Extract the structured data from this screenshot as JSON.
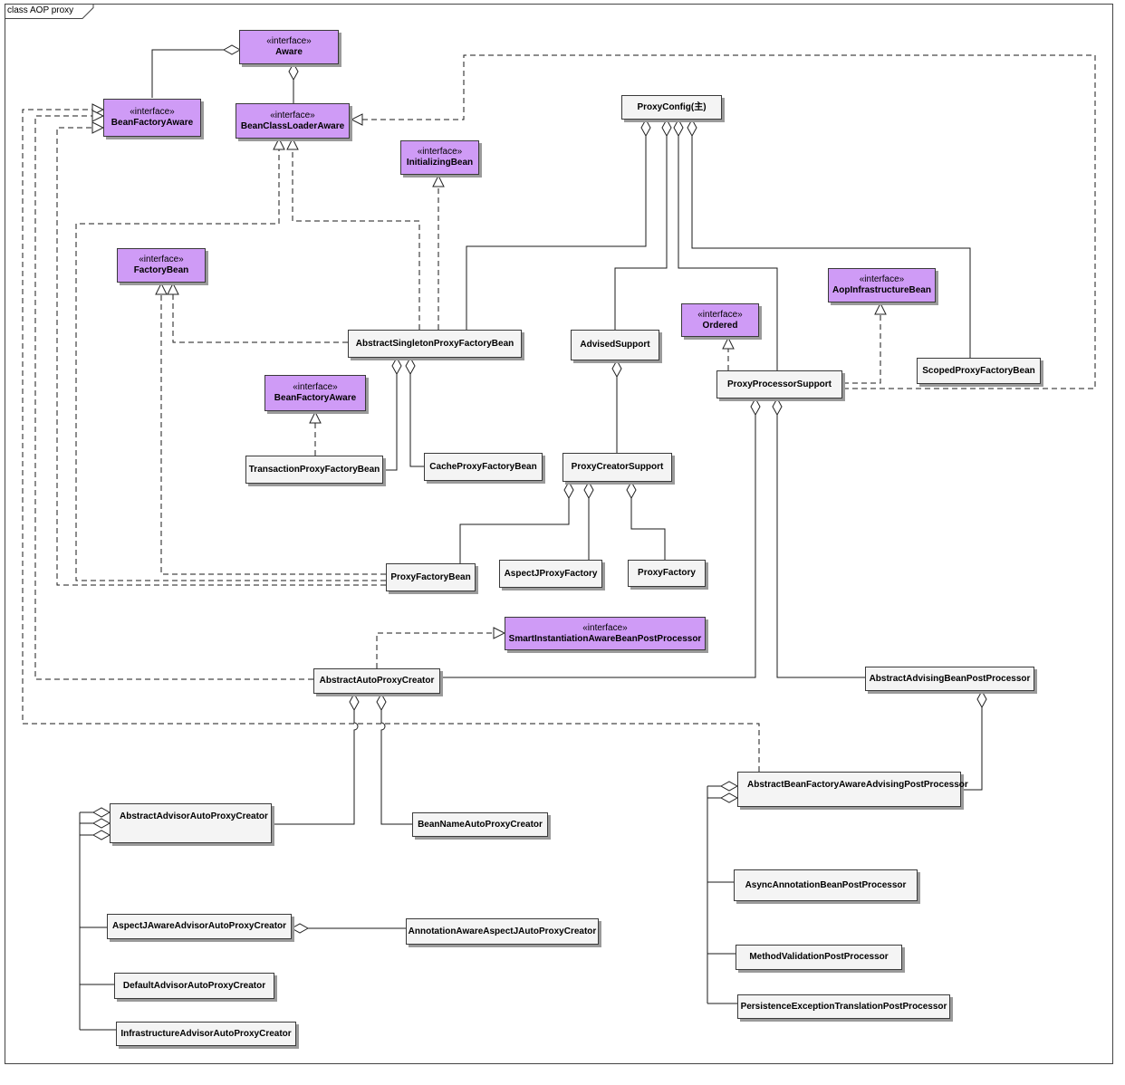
{
  "diagram": {
    "frame_title": "class AOP proxy",
    "stereotype": "«interface»",
    "nodes": {
      "aware": "Aware",
      "bean_factory_aware": "BeanFactoryAware",
      "bean_class_loader_aware": "BeanClassLoaderAware",
      "initializing_bean": "InitializingBean",
      "proxy_config": "ProxyConfig(主)",
      "factory_bean": "FactoryBean",
      "aop_infrastructure_bean": "AopInfrastructureBean",
      "ordered": "Ordered",
      "abstract_singleton_proxy_factory_bean": "AbstractSingletonProxyFactoryBean",
      "advised_support": "AdvisedSupport",
      "proxy_processor_support": "ProxyProcessorSupport",
      "scoped_proxy_factory_bean": "ScopedProxyFactoryBean",
      "bean_factory_aware_2": "BeanFactoryAware",
      "transaction_proxy_factory_bean": "TransactionProxyFactoryBean",
      "cache_proxy_factory_bean": "CacheProxyFactoryBean",
      "proxy_creator_support": "ProxyCreatorSupport",
      "proxy_factory_bean": "ProxyFactoryBean",
      "aspectj_proxy_factory": "AspectJProxyFactory",
      "proxy_factory": "ProxyFactory",
      "smart_instantiation_aware_bpp": "SmartInstantiationAwareBeanPostProcessor",
      "abstract_auto_proxy_creator": "AbstractAutoProxyCreator",
      "abstract_advising_bpp": "AbstractAdvisingBeanPostProcessor",
      "abstract_bean_factory_aware_advising_pp": "AbstractBeanFactoryAwareAdvisingPostProcessor",
      "abstract_advisor_auto_proxy_creator": "AbstractAdvisorAutoProxyCreator",
      "bean_name_auto_proxy_creator": "BeanNameAutoProxyCreator",
      "async_annotation_bpp": "AsyncAnnotationBeanPostProcessor",
      "aspectj_aware_advisor_auto_proxy_creator": "AspectJAwareAdvisorAutoProxyCreator",
      "annotation_aware_aspectj_auto_proxy_creator": "AnnotationAwareAspectJAutoProxyCreator",
      "method_validation_pp": "MethodValidationPostProcessor",
      "default_advisor_auto_proxy_creator": "DefaultAdvisorAutoProxyCreator",
      "persistence_exception_translation_pp": "PersistenceExceptionTranslationPostProcessor",
      "infrastructure_advisor_auto_proxy_creator": "InfrastructureAdvisorAutoProxyCreator"
    },
    "colors": {
      "interface_fill": "#cf9bf6",
      "class_fill": "#f4f4f4",
      "line": "#1a1a1a"
    }
  }
}
